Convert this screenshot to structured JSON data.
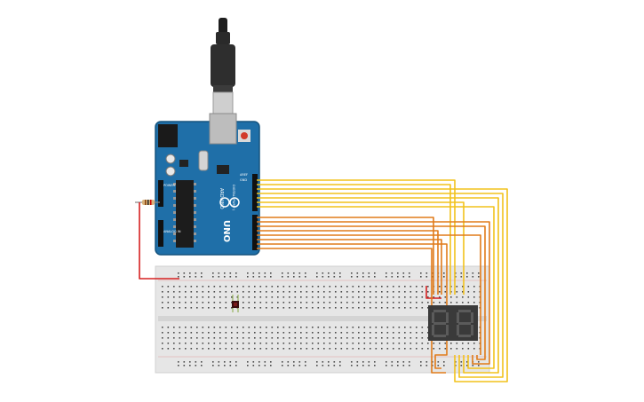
{
  "board": {
    "brand": "ARDUINO",
    "model": "UNO",
    "digital_header_label": "DIGITAL (PWM~)",
    "power_label": "POWER",
    "analog_label": "ANALOG IN",
    "aref_label": "AREF",
    "gnd_label": "GND"
  },
  "colors": {
    "board": "#1f6fa8",
    "board_dark": "#15547f",
    "breadboard": "#e6e6e6",
    "wire_yellow": "#f2c21b",
    "wire_orange": "#e07b1a",
    "wire_red": "#d62020",
    "display": "#3a3a3a",
    "segment_off": "#5b5b5b",
    "usb": "#2a2a2a"
  },
  "icons": {
    "usb_cable": "usb-cable-icon",
    "resistor": "resistor-icon",
    "led": "led-icon",
    "seven_segment": "seven-segment-display-icon"
  }
}
